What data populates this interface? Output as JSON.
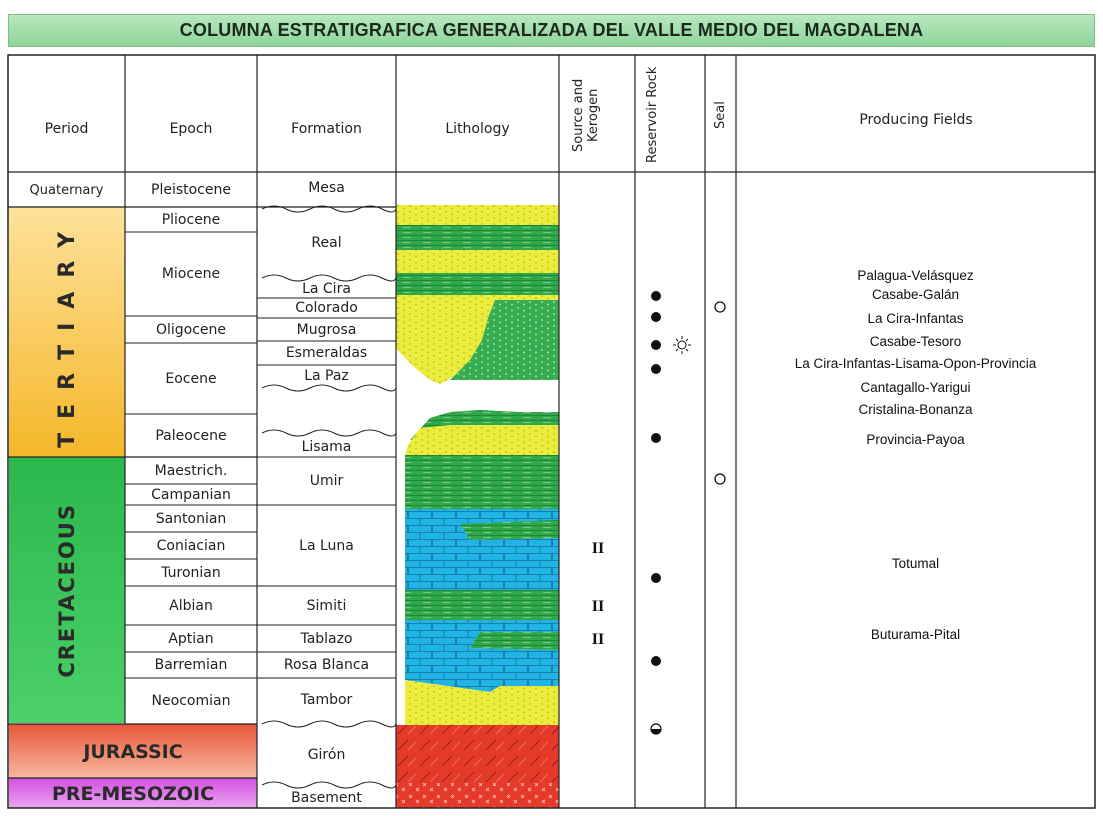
{
  "title": "COLUMNA ESTRATIGRAFICA GENERALIZADA DEL VALLE MEDIO DEL MAGDALENA",
  "headers": {
    "period": "Period",
    "epoch": "Epoch",
    "formation": "Formation",
    "lithology": "Lithology",
    "source": "Source and Kerogen",
    "reservoir": "Reservoir Rock",
    "seal": "Seal",
    "fields": "Producing Fields"
  },
  "periods": {
    "quaternary": "Quaternary",
    "tertiary": "TERTIARY",
    "cretaceous": "CRETACEOUS",
    "jurassic": "JURASSIC",
    "pre_mesozoic": "PRE-MESOZOIC"
  },
  "epochs": [
    "Pleistocene",
    "Pliocene",
    "Miocene",
    "Oligocene",
    "Eocene",
    "Paleocene",
    "Maestrich.",
    "Campanian",
    "Santonian",
    "Coniacian",
    "Turonian",
    "Albian",
    "Aptian",
    "Barremian",
    "Neocomian"
  ],
  "formations": [
    "Mesa",
    "Real",
    "La Cira",
    "Colorado",
    "Mugrosa",
    "Esmeraldas",
    "La Paz",
    "Lisama",
    "Umir",
    "La Luna",
    "Simiti",
    "Tablazo",
    "Rosa Blanca",
    "Tambor",
    "Girón",
    "Basement"
  ],
  "kerogen_marks": [
    "II",
    "II",
    "II"
  ],
  "producing_fields": [
    "Palagua-Velásquez",
    "Casabe-Galán",
    "La Cira-Infantas",
    "Casabe-Tesoro",
    "La Cira-Infantas-Lisama-Opon-Provincia",
    "Cantagallo-Yarigui",
    "Cristalina-Bonanza",
    "Provincia-Payoa",
    "Totumal",
    "Buturama-Pital"
  ],
  "symbols": {
    "reservoir": "filled-circle-icon",
    "gas": "sun-icon",
    "seal": "open-circle-icon",
    "partial": "half-circle-icon"
  },
  "colors": {
    "title_bg": "#9fdca8",
    "tertiary": "#f7c43a",
    "cretaceous": "#2db34a",
    "jurassic": "#e0603a",
    "pre_mesozoic": "#cc55dd",
    "sandstone": "#ecec3c",
    "shale": "#2fa84a",
    "limestone": "#1fb3e6",
    "red_beds": "#e53a2a"
  }
}
